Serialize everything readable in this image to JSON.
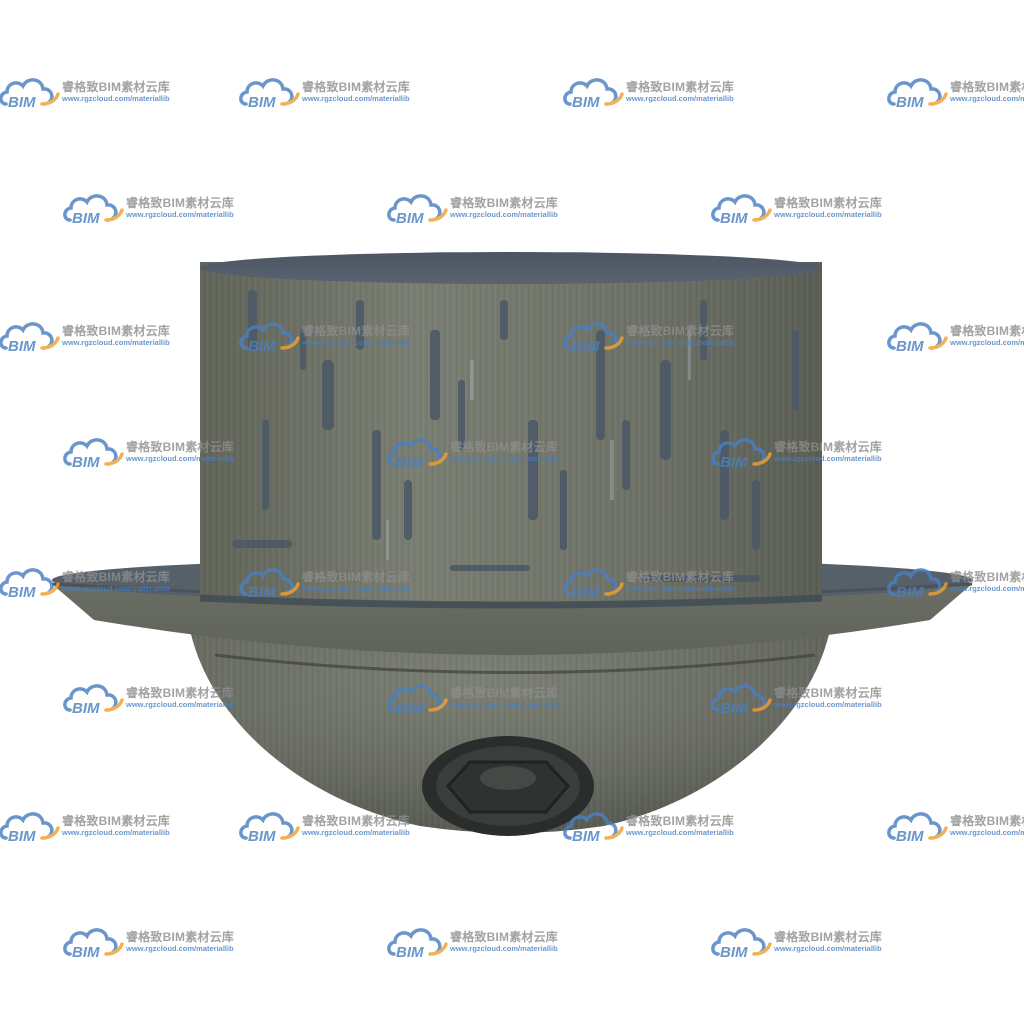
{
  "watermark": {
    "logo_text": "BIM",
    "title": "睿格致BIM素材云库",
    "url": "www.rgzcloud.com/materiallib",
    "colors": {
      "logo_blue": "#4a7fc1",
      "logo_orange": "#f0a030",
      "text_gray": "#8e8e8e"
    }
  },
  "object": {
    "icon": "cylinder-cap-on-hemisphere-with-hex-nut",
    "colors": {
      "metal": "#6d7168",
      "top_face": "#4f5a66",
      "stain": "#4a5866",
      "nut": "#2e3230"
    }
  }
}
